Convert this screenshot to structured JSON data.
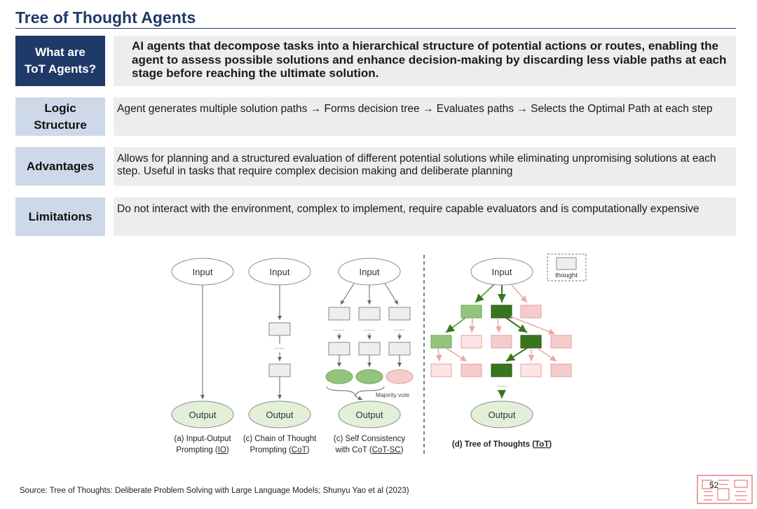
{
  "title": "Tree of Thought Agents",
  "rows": [
    {
      "label_line1": "What are",
      "label_line2": "ToT Agents?",
      "text": "AI agents that decompose tasks into a hierarchical structure of potential actions or routes, enabling the agent to assess possible solutions and enhance decision-making by discarding less viable paths at each stage before reaching the ultimate solution."
    },
    {
      "label_line1": "Logic",
      "label_line2": "Structure",
      "text": "Agent generates multiple solution paths → Forms decision tree → Evaluates paths → Selects the Optimal Path at each step"
    },
    {
      "label_line1": "Advantages",
      "label_line2": "",
      "text": "Allows for planning and a structured evaluation of different potential solutions while eliminating unpromising solutions at each step. Useful in tasks that require complex decision making and deliberate planning"
    },
    {
      "label_line1": "Limitations",
      "label_line2": "",
      "text": "Do not interact with the environment, complex to implement, require capable evaluators and is computationally expensive"
    }
  ],
  "diagram": {
    "input_label": "Input",
    "output_label": "Output",
    "dots": "......",
    "majority_vote": "Majority vote",
    "legend_thought": "thought",
    "captions": {
      "io_line1": "(a) Input-Output",
      "io_line2_prefix": "Prompting (",
      "io_abbr": "IO",
      "cot_line1": "(c) Chain of Thought",
      "cot_line2_prefix": "Prompting (",
      "cot_abbr": "CoT",
      "sc_line1": "(c) Self Consistency",
      "sc_line2_prefix": "with CoT (",
      "sc_abbr": "CoT-SC",
      "close_paren": ")",
      "tot_prefix": "(d) Tree of Thoughts (",
      "tot_abbr": "ToT"
    },
    "colors": {
      "node_fill": "#e2f0d9",
      "node_stroke": "#8a8a8a",
      "box_fill": "#eeeeee",
      "green_light": "#93c47d",
      "green_dark": "#38761d",
      "pink": "#f4cccc",
      "pink_stroke": "#e6a0a0"
    }
  },
  "source_prefix": "Source:",
  "source_text": " Tree of Thoughts: Deliberate Problem Solving with Large Language Models; Shunyu Yao et al (2023)",
  "page_number": "52",
  "stamp_colors": {
    "stroke": "#e06060"
  }
}
